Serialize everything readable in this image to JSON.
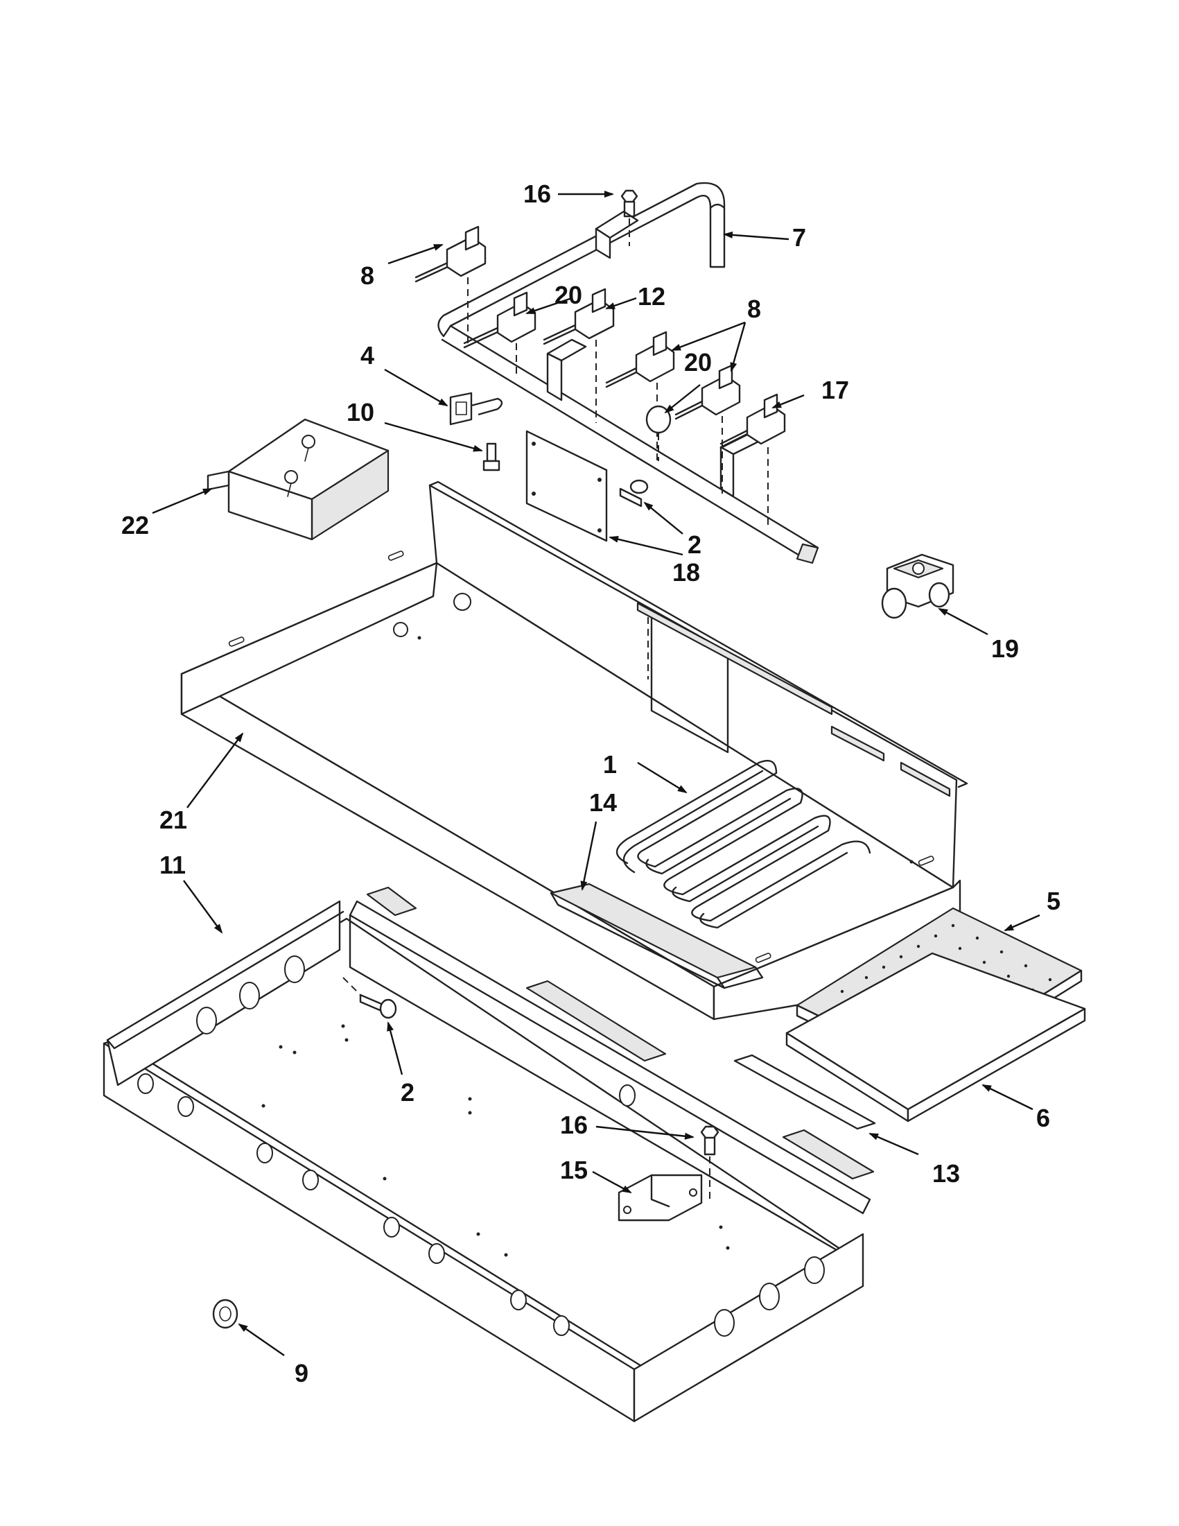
{
  "colors": {
    "line": "#222222",
    "background": "#ffffff",
    "shade": "#e6e6e6"
  },
  "callouts": [
    {
      "id": "c1",
      "text": "16",
      "part": "screw"
    },
    {
      "id": "c2",
      "text": "7",
      "part": "manifold-pipe"
    },
    {
      "id": "c3",
      "text": "8",
      "part": "burner-valve"
    },
    {
      "id": "c4",
      "text": "20",
      "part": "valve-orifice"
    },
    {
      "id": "c5",
      "text": "12",
      "part": "burner-valve"
    },
    {
      "id": "c6",
      "text": "8",
      "part": "burner-valve"
    },
    {
      "id": "c7",
      "text": "4",
      "part": "switch-bracket"
    },
    {
      "id": "c8",
      "text": "20",
      "part": "disc"
    },
    {
      "id": "c9",
      "text": "17",
      "part": "burner-valve"
    },
    {
      "id": "c10",
      "text": "10",
      "part": "screw"
    },
    {
      "id": "c11",
      "text": "22",
      "part": "cover-bracket"
    },
    {
      "id": "c12",
      "text": "2",
      "part": "screw"
    },
    {
      "id": "c13",
      "text": "18",
      "part": "heat-shield"
    },
    {
      "id": "c14",
      "text": "19",
      "part": "gas-regulator"
    },
    {
      "id": "c15",
      "text": "21",
      "part": "burner-box"
    },
    {
      "id": "c16",
      "text": "1",
      "part": "heating-element"
    },
    {
      "id": "c17",
      "text": "14",
      "part": "drip-tray"
    },
    {
      "id": "c18",
      "text": "11",
      "part": "base-pan"
    },
    {
      "id": "c19",
      "text": "5",
      "part": "radiant-plate"
    },
    {
      "id": "c20",
      "text": "2",
      "part": "screw"
    },
    {
      "id": "c21",
      "text": "6",
      "part": "insulation-board"
    },
    {
      "id": "c22",
      "text": "16",
      "part": "screw"
    },
    {
      "id": "c23",
      "text": "15",
      "part": "bracket"
    },
    {
      "id": "c24",
      "text": "13",
      "part": "strip"
    },
    {
      "id": "c25",
      "text": "9",
      "part": "plug-button"
    }
  ]
}
